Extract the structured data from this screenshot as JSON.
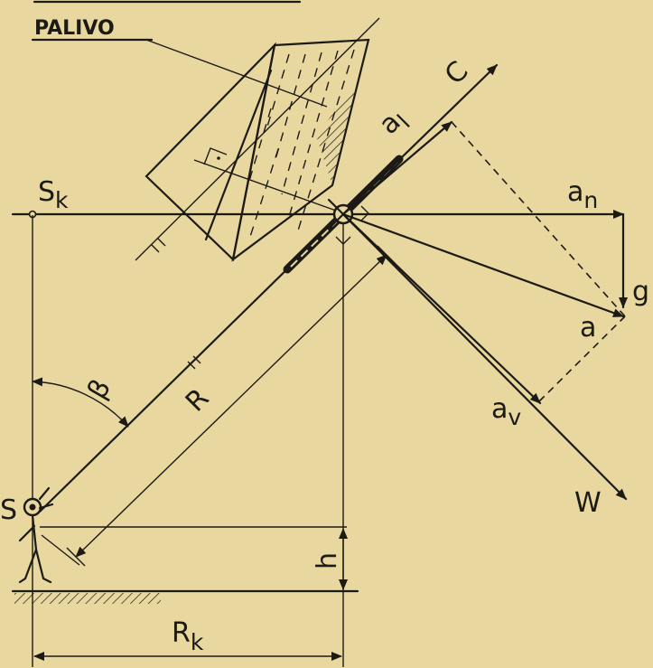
{
  "labels": {
    "fuel": "PALIVO",
    "sk": "S",
    "sk_sub": "k",
    "s": "S",
    "c": "C",
    "al": "a",
    "al_sub": "l",
    "an": "a",
    "an_sub": "n",
    "g": "g",
    "a": "a",
    "av": "a",
    "av_sub": "v",
    "w": "W",
    "beta": "β",
    "r": "R",
    "h": "h",
    "rk": "R",
    "rk_sub": "k"
  }
}
